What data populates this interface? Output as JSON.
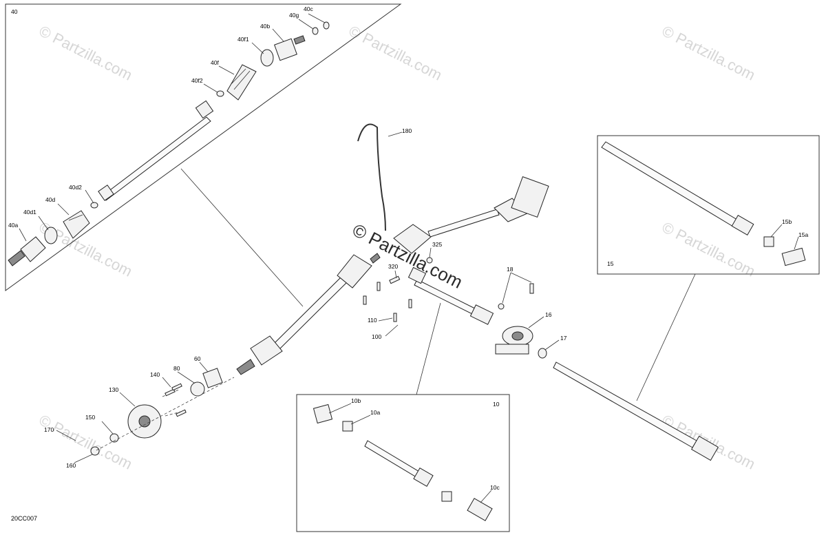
{
  "diagram_code": "20CC007",
  "watermark": {
    "text": "© Partzilla.com"
  },
  "groups": {
    "g40": "40",
    "g15": "15",
    "g10": "10"
  },
  "labels": {
    "l40c": "40c",
    "l40g": "40g",
    "l40b": "40b",
    "l40f1": "40f1",
    "l40f": "40f",
    "l40f2": "40f2",
    "l40d2": "40d2",
    "l40d": "40d",
    "l40d1": "40d1",
    "l40a": "40a",
    "l180": "180",
    "l325": "325",
    "l320": "320",
    "l110": "110",
    "l100": "100",
    "l18": "18",
    "l16": "16",
    "l17": "17",
    "l15b": "15b",
    "l15a": "15a",
    "l140": "140",
    "l130": "130",
    "l80": "80",
    "l60": "60",
    "l150": "150",
    "l170": "170",
    "l160": "160",
    "l10b": "10b",
    "l10a": "10a",
    "l10c": "10c"
  }
}
